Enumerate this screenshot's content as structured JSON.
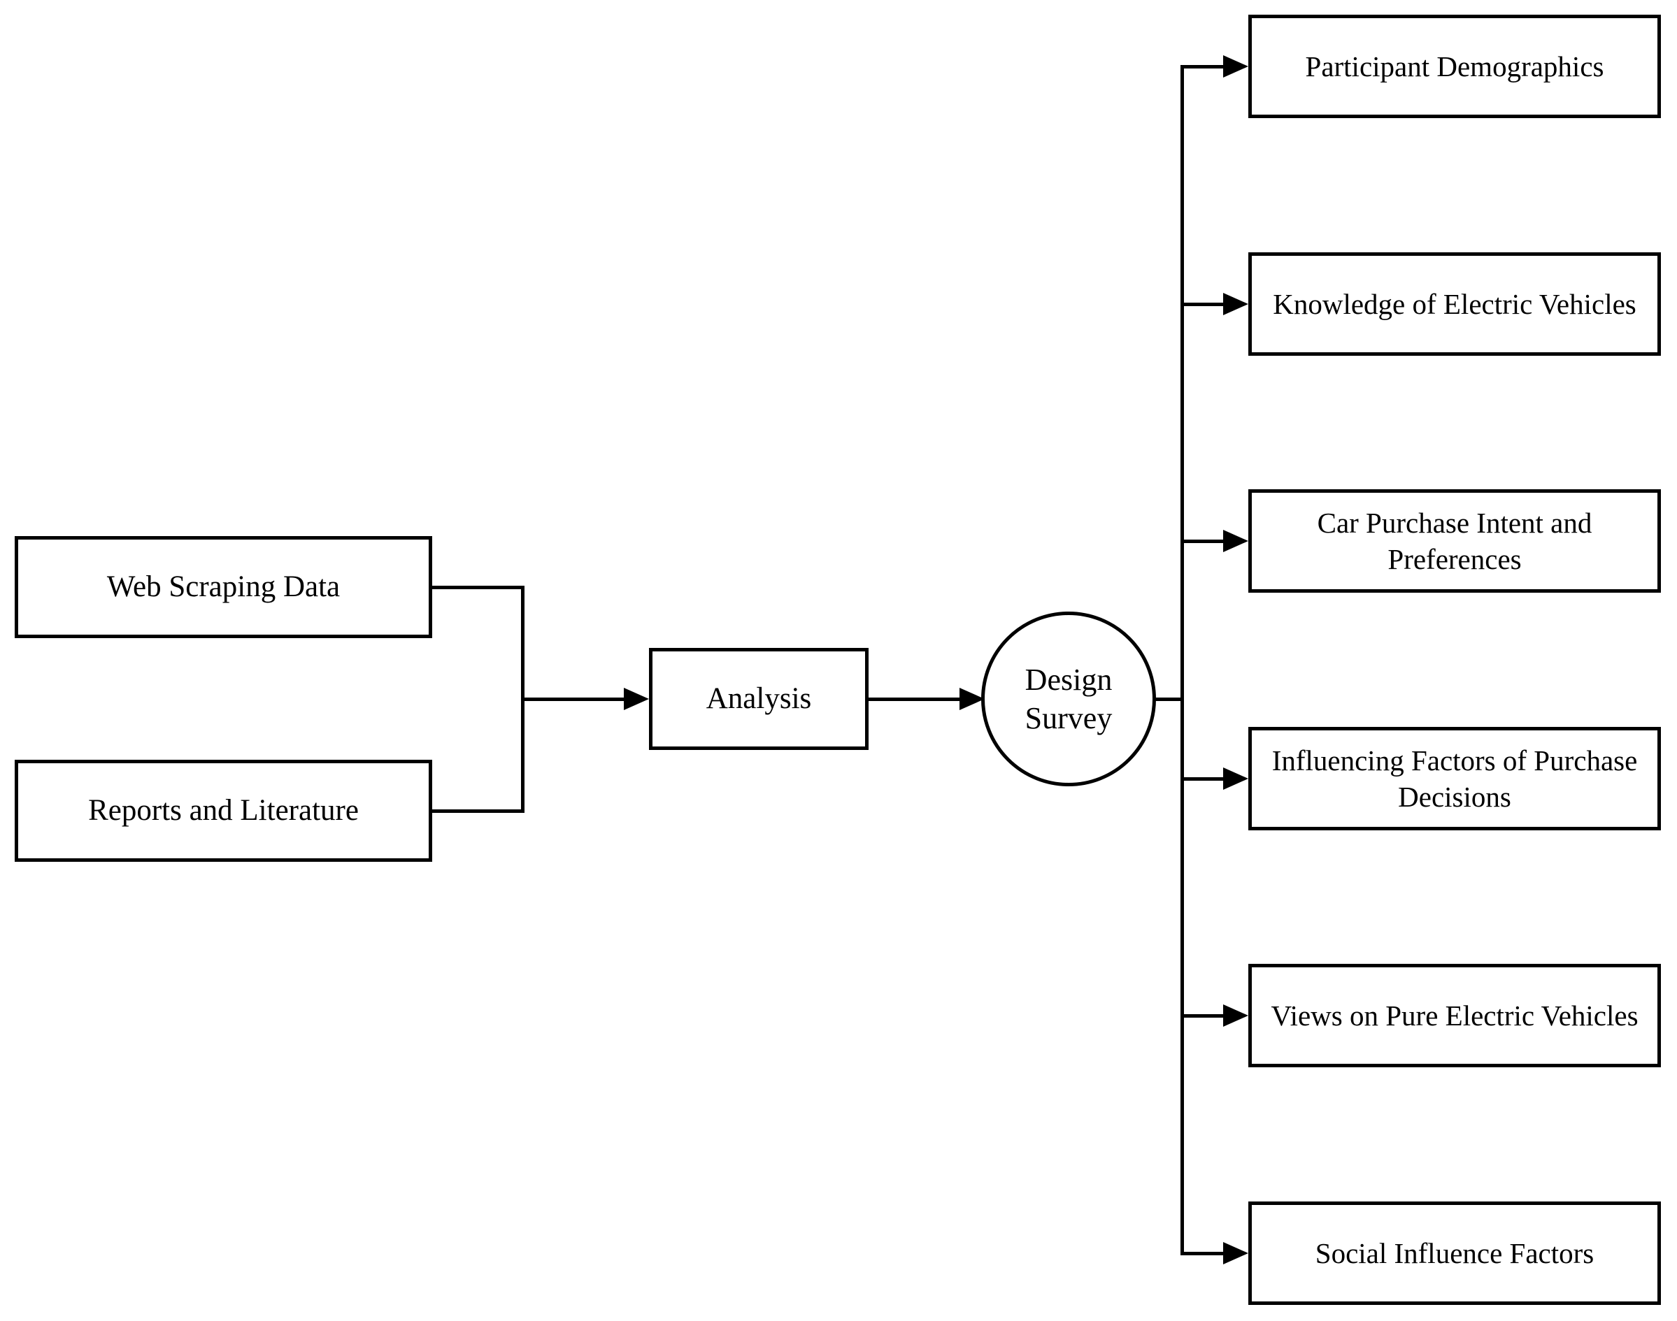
{
  "diagram": {
    "background_color": "#ffffff",
    "line_color": "#000000",
    "sources": [
      {
        "label": "Web Scraping Data"
      },
      {
        "label": "Reports and Literature"
      }
    ],
    "process": {
      "label": "Analysis"
    },
    "hub": {
      "label": "Design Survey"
    },
    "outputs": [
      {
        "label": "Participant Demographics"
      },
      {
        "label": "Knowledge of Electric Vehicles"
      },
      {
        "label": "Car Purchase Intent and Preferences"
      },
      {
        "label": "Influencing Factors of Purchase Decisions"
      },
      {
        "label": "Views on Pure Electric Vehicles"
      },
      {
        "label": "Social Influence Factors"
      }
    ]
  }
}
